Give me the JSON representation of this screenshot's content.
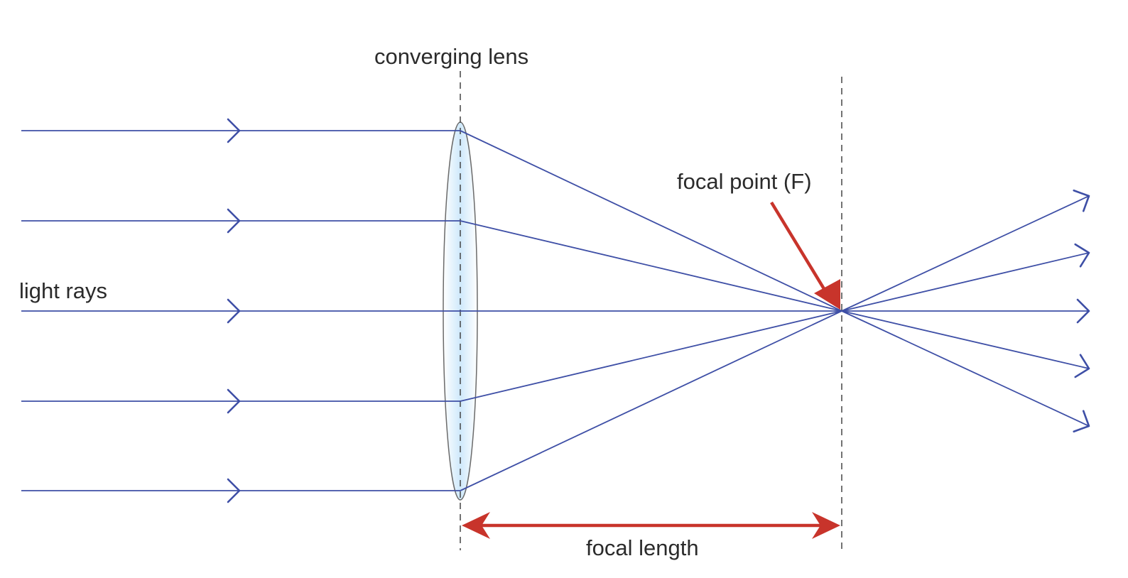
{
  "labels": {
    "lens": "converging lens",
    "rays": "light rays",
    "focal_point": "focal point (F)",
    "focal_length": "focal length"
  },
  "colors": {
    "ray": "#3e4fa6",
    "arrow": "#c8342b",
    "lens_fill": "#dcefff",
    "lens_stroke": "#6b6b6b",
    "guide": "#444444"
  },
  "icons": {
    "ray_direction": "chevron-right-icon",
    "focal_pointer": "arrow-down-right-icon",
    "focal_length_measure": "double-headed-arrow-icon"
  }
}
